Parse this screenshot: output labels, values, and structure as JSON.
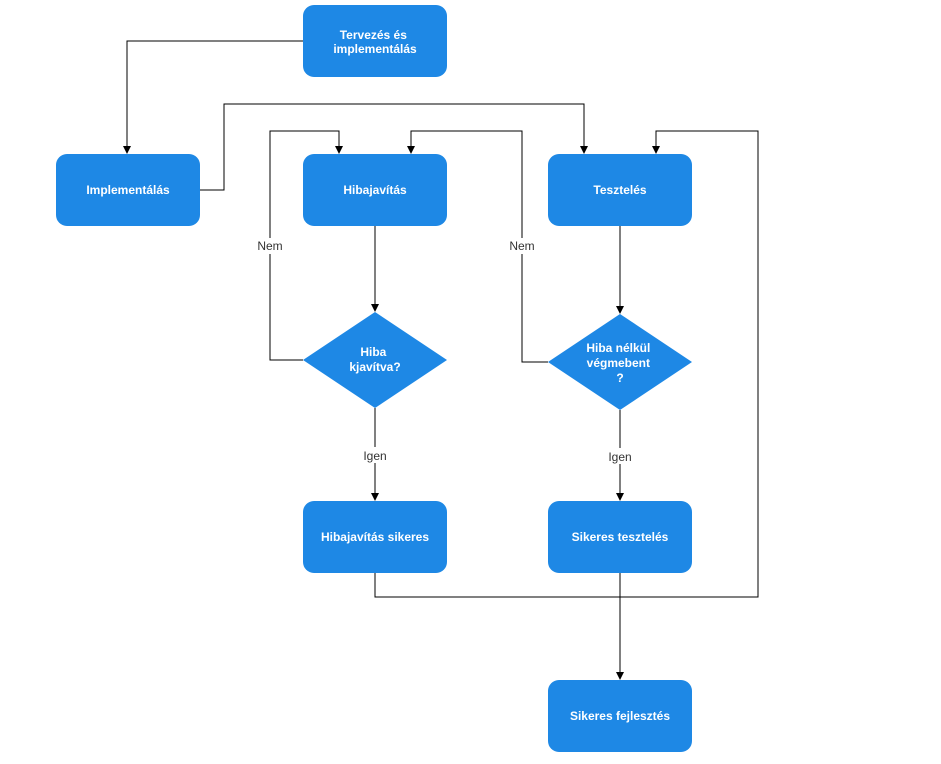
{
  "nodes": {
    "tervezes": {
      "lines": [
        "Tervezés és",
        "implementálás"
      ]
    },
    "implementalas": {
      "lines": [
        "Implementálás"
      ]
    },
    "hibajavitas": {
      "lines": [
        "Hibajavítás"
      ]
    },
    "teszteles": {
      "lines": [
        "Tesztelés"
      ]
    },
    "hiba_kjavitva": {
      "lines": [
        "Hiba",
        "kjavítva?"
      ]
    },
    "hiba_nelkul": {
      "lines": [
        "Hiba nélkül",
        "végmebent",
        "?"
      ]
    },
    "hibajavitas_sikeres": {
      "lines": [
        "Hibajavítás sikeres"
      ]
    },
    "sikeres_teszteles": {
      "lines": [
        "Sikeres tesztelés"
      ]
    },
    "sikeres_fejlesztes": {
      "lines": [
        "Sikeres fejlesztés"
      ]
    }
  },
  "edge_labels": {
    "nem_left": "Nem",
    "nem_right": "Nem",
    "igen_left": "Igen",
    "igen_right": "Igen"
  },
  "colors": {
    "node_fill": "#1e88e5",
    "node_text": "#ffffff",
    "edge": "#000000",
    "label_text": "#333333"
  }
}
